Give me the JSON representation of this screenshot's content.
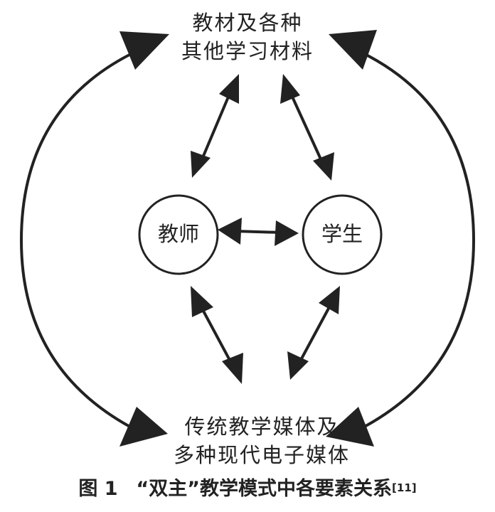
{
  "top_node": {
    "line1": "教材及各种",
    "line2": "其他学习材料"
  },
  "teacher_node": "教师",
  "student_node": "学生",
  "bottom_node": {
    "line1": "传统教学媒体及",
    "line2": "多种现代电子媒体"
  },
  "caption": {
    "figure_number": "图 1",
    "title": "“双主”教学模式中各要素关系",
    "citation": "[11]"
  },
  "colors": {
    "stroke": "#222222",
    "background": "#ffffff"
  }
}
